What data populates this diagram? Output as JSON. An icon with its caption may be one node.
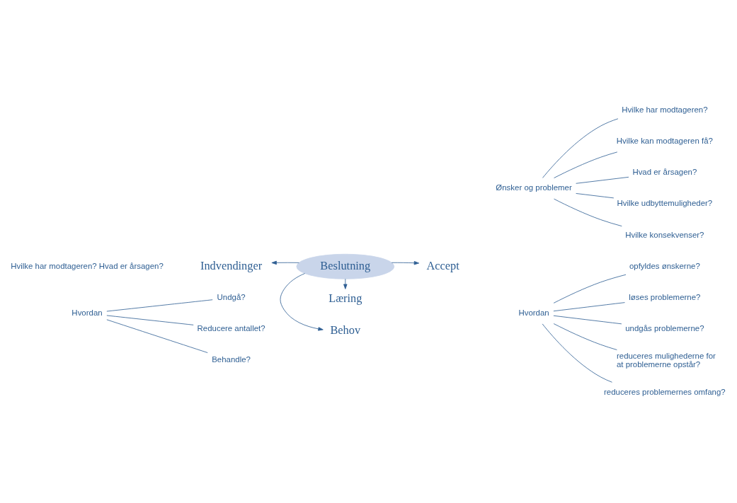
{
  "diagram": {
    "nodes": [
      {
        "text": [
          "Beslutning"
        ]
      },
      {
        "text": [
          "Behov"
        ]
      },
      {
        "text": [
          "Indvendinger"
        ]
      },
      {
        "text": [
          "Accept"
        ]
      },
      {
        "text": [
          "Læring"
        ]
      },
      {
        "text": [
          "Ønsker og problemer"
        ]
      },
      {
        "text": [
          "Hvilke har modtageren?"
        ]
      },
      {
        "text": [
          "Hvilke kan modtageren få?"
        ]
      },
      {
        "text": [
          "Hvad er årsagen?"
        ]
      },
      {
        "text": [
          "Hvilke udbyttemuligheder?"
        ]
      },
      {
        "text": [
          "Hvilke konsekvenser?"
        ]
      },
      {
        "text": [
          "Hvordan"
        ]
      },
      {
        "text": [
          "Undgå?"
        ]
      },
      {
        "text": [
          "Reducere antallet?"
        ]
      },
      {
        "text": [
          "Behandle?"
        ]
      },
      {
        "text": [
          "Hvordan"
        ]
      },
      {
        "text": [
          "opfyldes ønskerne?"
        ]
      },
      {
        "text": [
          "løses problemerne?"
        ]
      },
      {
        "text": [
          "undgås problemerne?"
        ]
      },
      {
        "text": [
          "reduceres mulighederne for at problemerne opstår?"
        ]
      },
      {
        "text": [
          "reduceres problemernes omfang?"
        ]
      }
    ],
    "edges": [
      {
        "from": 0,
        "to": 1,
        "arrow": "to"
      },
      {
        "from": 0,
        "to": 2,
        "arrow": "to"
      },
      {
        "from": 0,
        "to": 3,
        "arrow": "to"
      },
      {
        "from": 0,
        "to": 4,
        "arrow": "to"
      },
      {
        "from": 5,
        "to": 6,
        "arrow": "none"
      },
      {
        "from": 5,
        "to": 7,
        "arrow": "none"
      },
      {
        "from": 5,
        "to": 8,
        "arrow": "none"
      },
      {
        "from": 5,
        "to": 9,
        "arrow": "none"
      },
      {
        "from": 5,
        "to": 10,
        "arrow": "none"
      },
      {
        "from": 11,
        "to": 12,
        "arrow": "none"
      },
      {
        "from": 11,
        "to": 13,
        "arrow": "none"
      },
      {
        "from": 11,
        "to": 14,
        "arrow": "none"
      },
      {
        "from": 15,
        "to": 16,
        "arrow": "none"
      },
      {
        "from": 15,
        "to": 17,
        "arrow": "none"
      },
      {
        "from": 15,
        "to": 18,
        "arrow": "none"
      },
      {
        "from": 15,
        "to": 19,
        "arrow": "none"
      },
      {
        "from": 15,
        "to": 20,
        "arrow": "none"
      }
    ],
    "labels": [
      "Hvilke har modtageren? Hvad er årsagen?"
    ]
  }
}
